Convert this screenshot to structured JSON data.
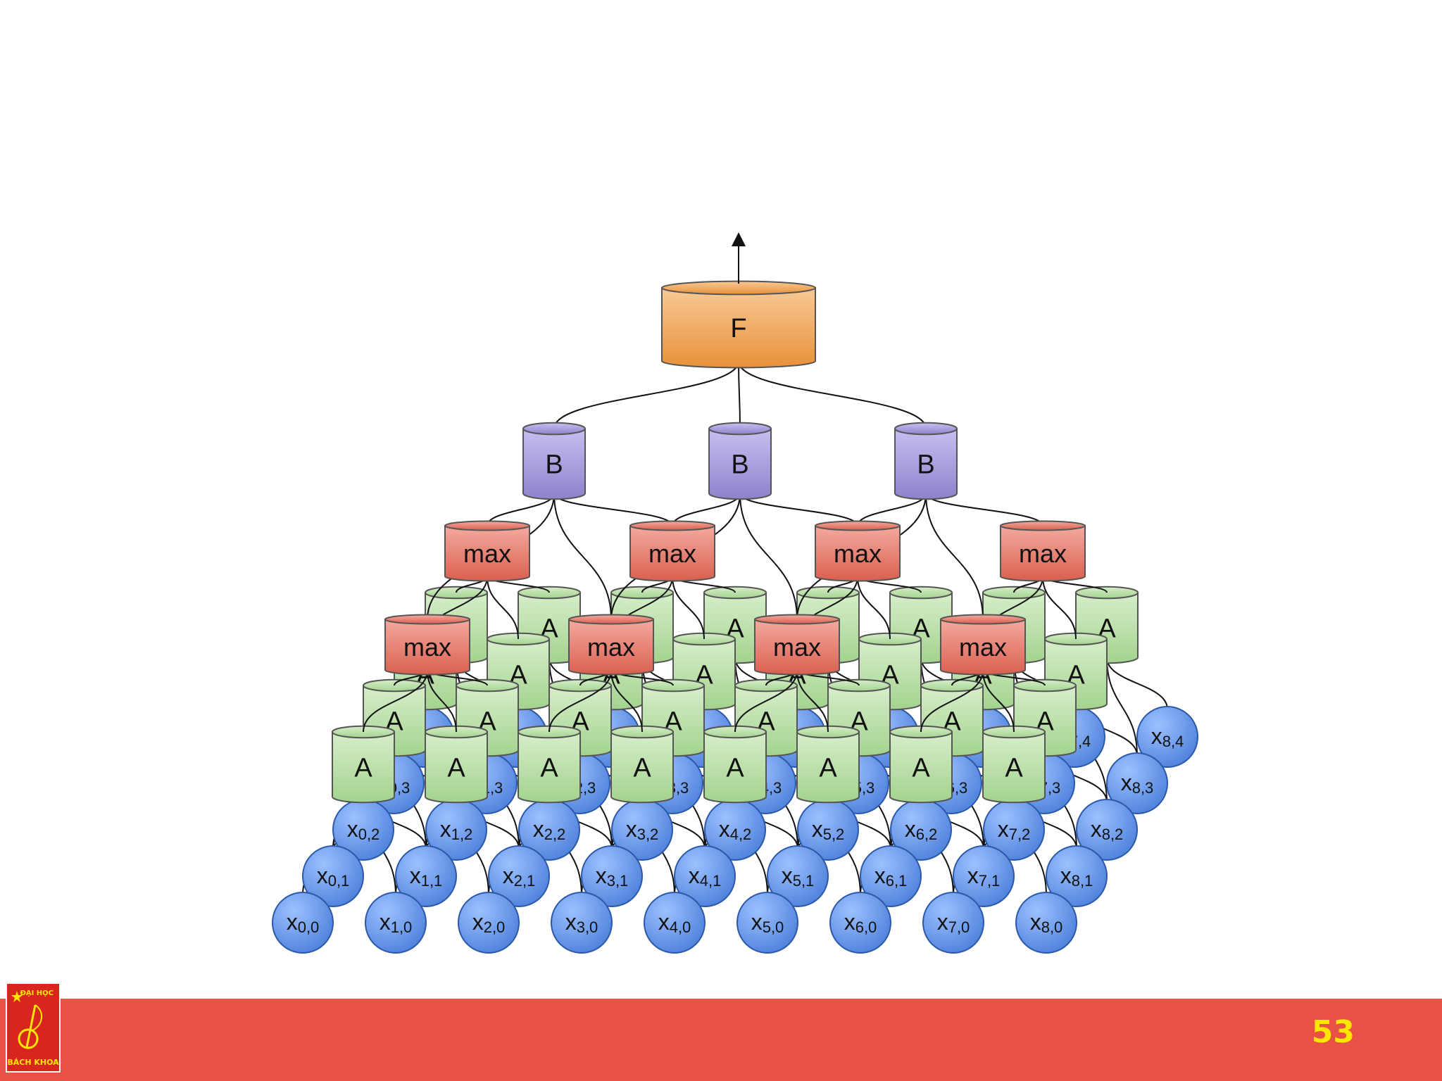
{
  "slide": {
    "page_number": "53",
    "logo": {
      "top_text": "ĐẠI HỌC",
      "bottom_text": "BÁCH KHOA"
    }
  },
  "diagram": {
    "top_node": "F",
    "b_nodes": [
      "B",
      "B",
      "B"
    ],
    "max_back_rows": [
      "max",
      "max",
      "max",
      "max"
    ],
    "max_front_rows": [
      "max",
      "max",
      "max",
      "max"
    ],
    "a_label": "A",
    "input_label_prefix": "x",
    "input_grid": {
      "columns": 9,
      "rows": 5
    },
    "colors": {
      "F": "#ef9f4c",
      "B": "#9f93d6",
      "max": "#e2766a",
      "A": "#b9dfa8",
      "x": "#5b8fe6"
    }
  }
}
